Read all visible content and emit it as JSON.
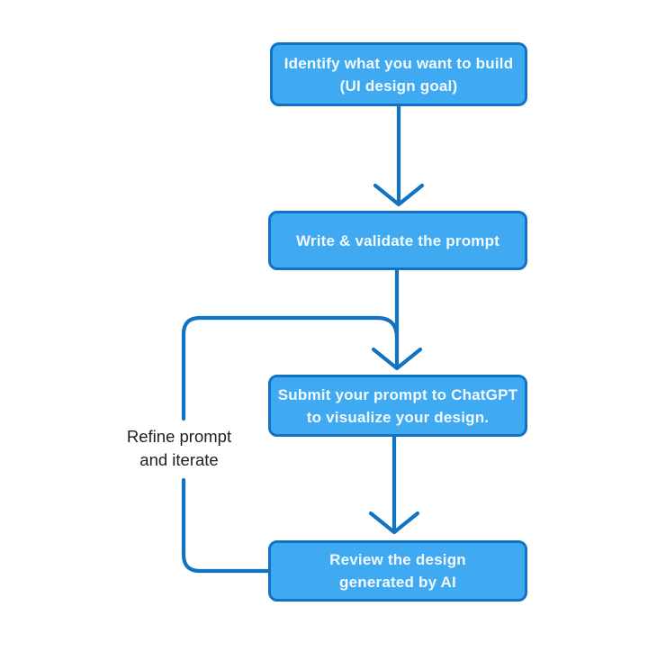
{
  "diagram": {
    "colors": {
      "background": "#ffffff",
      "box_fill": "#3FA9F2",
      "box_border": "#1173C2",
      "connector": "#1173C2",
      "box_text": "#F3FAFF",
      "label_text": "#1E1E1E"
    },
    "nodes": [
      {
        "id": "identify",
        "lines": [
          "Identify what you want to build",
          "(UI design goal)"
        ]
      },
      {
        "id": "write",
        "lines": [
          "Write & validate the prompt"
        ]
      },
      {
        "id": "submit",
        "lines": [
          "Submit your prompt to ChatGPT",
          "to visualize your design."
        ]
      },
      {
        "id": "review",
        "lines": [
          "Review the design",
          "generated by AI"
        ]
      }
    ],
    "loop_label": {
      "lines": [
        "Refine prompt",
        "and iterate"
      ]
    },
    "edges": [
      {
        "from": "identify",
        "to": "write"
      },
      {
        "from": "write",
        "to": "submit"
      },
      {
        "from": "submit",
        "to": "review"
      },
      {
        "from": "review",
        "to": "submit",
        "label": "Refine prompt and iterate"
      }
    ]
  }
}
